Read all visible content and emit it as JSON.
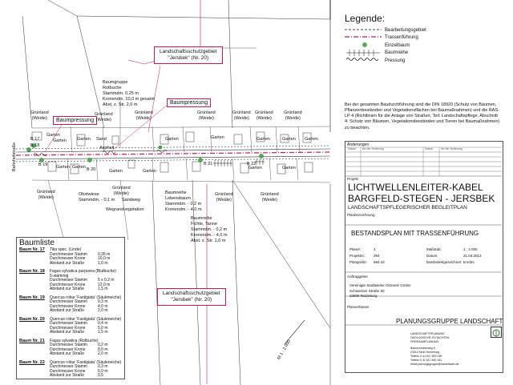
{
  "legend": {
    "title": "Legende:",
    "items": [
      {
        "label": "Bearbeitungsgebiet"
      },
      {
        "label": "Trassenführung"
      },
      {
        "label": "Einzelbaum"
      },
      {
        "label": "Baumreihe"
      },
      {
        "label": "Pressung"
      }
    ],
    "note": "Bei der gesamten Baudurchführung sind die DIN 18920 (Schutz von Bäumen, Pflanzenbeständen und Vegetationsflächen bei Baumaßnahmen) und die RAS-LP 4 (Richtlinien für die Anlage von Straßen, Teil: Landschaftspflege, Abschnitt 4: Schutz von Bäumen, Vegetationsbeständen und Tieren bei Baumaßnahmen) zu beachten."
  },
  "title_block": {
    "changes_header": "Änderungen",
    "changes_cols": [
      "Datum",
      "Art der Änderung",
      "Datum",
      "Art der Änderung"
    ],
    "project_label": "Projekt",
    "project_title": "LICHTWELLENLEITER-KABEL",
    "project_subtitle": "BARGFELD-STEGEN - JERSBEK",
    "project_desc": "LANDSCHAFTSPFLEGERISCHER BEGLEITPLAN",
    "plan_label": "Planbezeichnung",
    "plan_title": "BESTANDSPLAN MIT TRASSENFÜHRUNG",
    "meta": [
      {
        "k": "Plannr.:",
        "v": "4",
        "k2": "Maßstab:",
        "v2": "1 : 2.000"
      },
      {
        "k": "Projektnr.:",
        "v": "394",
        "k2": "Datum:",
        "v2": "21.04.2013"
      },
      {
        "k": "Plangröße:",
        "v": "594.42",
        "k2": "bearbeitet/gezeichnet:",
        "v2": "krn/drs"
      }
    ],
    "client_label": "Auftraggeber",
    "client_lines": [
      "Vereinigte Stadtwerke Ortsnetz GmbH",
      "Schweriner Straße 90",
      "23909 Ratzeburg"
    ],
    "planner_label": "Planverfasser",
    "planner_name": "PLANUNGSGRUPPE  LANDSCHAFT",
    "planner_services": [
      "LANDSCHAFTSPLANUNG",
      "ÖKOLOGISCHE GUTACHTEN",
      "FREIRAUMPLANUNG"
    ],
    "planner_address": [
      "Baumschulenweg 8",
      "21614 Klein Horneburg",
      "Telefon   0 41 63 / 800 180",
      "Telefax   0 41 63 / 800 181",
      "eMail     planungsgruppe@hamerbach.de"
    ]
  },
  "baumliste": {
    "title": "Baumliste",
    "entries": [
      {
        "id": "Baum Nr. 17",
        "species": "Tilia spec. (Linde)",
        "rows": [
          [
            "Durchmesser Stamm",
            "0,35 m"
          ],
          [
            "Durchmesser Krone",
            "10,0 m"
          ],
          [
            "Abstand zur Straße",
            "1,0 m"
          ]
        ]
      },
      {
        "id": "Baum Nr. 18",
        "species": "Fagus sylvatica purpurea (Blutbuche)",
        "species2": "5-stämmig",
        "rows": [
          [
            "Durchmesser Stamm",
            "5 x 0,2 m"
          ],
          [
            "Durchmesser Krone",
            "12,0 m"
          ],
          [
            "Abstand zur Straße",
            "1,5 m"
          ]
        ]
      },
      {
        "id": "Baum Nr. 19",
        "species": "Quercus robur 'Fastigiata' (Säuleneiche)",
        "rows": [
          [
            "Durchmesser Stamm",
            "0,3 m"
          ],
          [
            "Durchmesser Krone",
            "4,0 m"
          ],
          [
            "Abstand zur Straße",
            "2,0 m"
          ]
        ]
      },
      {
        "id": "Baum Nr. 20",
        "species": "Quercus robur 'Fastigiata' (Säuleneiche)",
        "rows": [
          [
            "Durchmesser Stamm",
            "0,4 m"
          ],
          [
            "Durchmesser Krone",
            "5,0 m"
          ],
          [
            "Abstand zur Straße",
            "1,5 m"
          ]
        ]
      },
      {
        "id": "Baum Nr. 21",
        "species": "Fagus sylvatica (Rotbuche)",
        "rows": [
          [
            "Durchmesser Stamm",
            "0,2 m"
          ],
          [
            "Durchmesser Krone",
            "8,0 m"
          ],
          [
            "Abstand zur Straße",
            "2,0 m"
          ]
        ]
      },
      {
        "id": "Baum Nr. 22",
        "species": "Quercus robur 'Fastigiata' (Säuleneiche)",
        "rows": [
          [
            "Durchmesser Stamm",
            "0,3 m"
          ],
          [
            "Durchmesser Krone",
            "6,0 m"
          ],
          [
            "Abstand zur Straße",
            "0,5"
          ]
        ]
      }
    ]
  },
  "map": {
    "lsg_top": [
      "Landschaftsschutzgebiet",
      "\"Jersbek\" (Nr. 20)"
    ],
    "lsg_bottom": [
      "Landschaftsschutzgebiet",
      "\"Jersbek\" (Nr. 20)"
    ],
    "pressung1": "Baumpressung",
    "pressung2": "Baumpressung",
    "baumgruppe": [
      "Baumgruppe",
      "Rotbuche",
      "Stammdm. 0,25 m",
      "Kronendm. 10,0 m gesamt",
      "Abst. z. Str. 2,0 m"
    ],
    "gruenland": "Grünland",
    "weide": "(Weide)",
    "garten": "Garten",
    "sand": "Sand",
    "asphalt": "Asphalt",
    "obstwiese": [
      "Obstwiese",
      "Stammdm. - 0,1 m"
    ],
    "sandweg": "Sandweg",
    "wegrand": "Wegrandvegetation",
    "baumreihe1": [
      "Baumreihe",
      "Lebensbaum",
      "Stammdm. - 0,2 m",
      "Kronendm. - 4,0 m"
    ],
    "baumreihe2": [
      "Baumreihe",
      "Fichte, Tanne",
      "Stammdm. - 0,2 m",
      "Kronendm. - 4,0 m",
      "Abst. z. Str. 1,0 m"
    ],
    "trees": [
      "B 17",
      "B 18",
      "B 19",
      "B 20",
      "B 21",
      "B 22"
    ],
    "street": "Bahnhofstraße",
    "scale": "M 1 : 2.000"
  }
}
